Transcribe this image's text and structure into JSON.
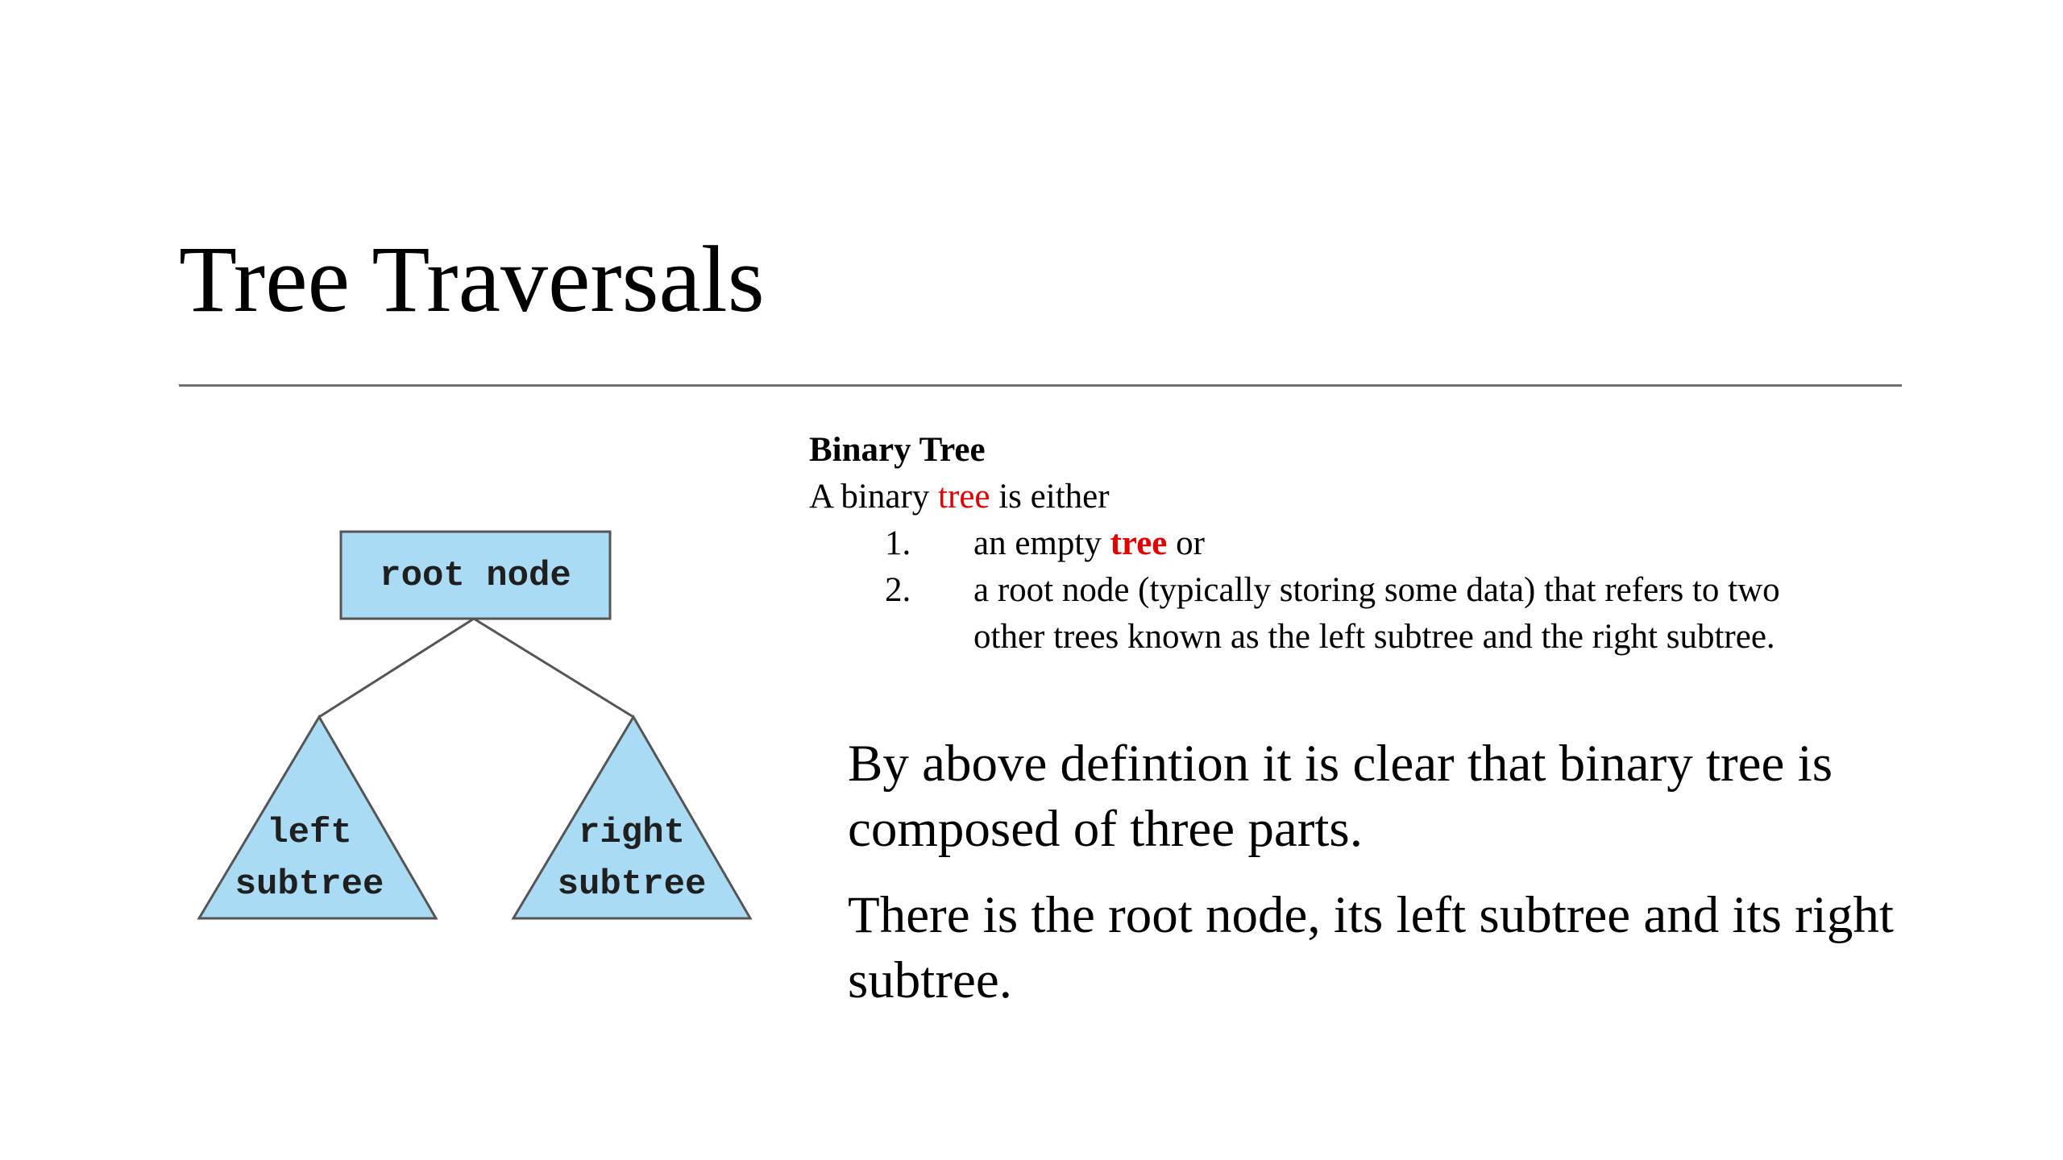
{
  "slide": {
    "title": "Tree Traversals"
  },
  "diagram": {
    "root_label": "root node",
    "left_label_line1": "left",
    "left_label_line2": "subtree",
    "right_label_line1": "right",
    "right_label_line2": "subtree",
    "fill_color": "#a9dcf4",
    "stroke_color": "#555555"
  },
  "definition": {
    "heading": "Binary Tree",
    "intro_before": "A binary ",
    "intro_highlight": "tree",
    "intro_after": " is either",
    "items": [
      {
        "number": "1.",
        "text_before": "an empty ",
        "highlight": "tree",
        "text_after": " or"
      },
      {
        "number": "2.",
        "text": "a root node (typically storing some data) that refers to two other trees known as the left subtree and the right subtree."
      }
    ]
  },
  "summary": {
    "paragraph1": " By above defintion it is clear that binary tree is composed of three parts.",
    "paragraph2": "There is the root node, its left subtree and its right subtree."
  }
}
